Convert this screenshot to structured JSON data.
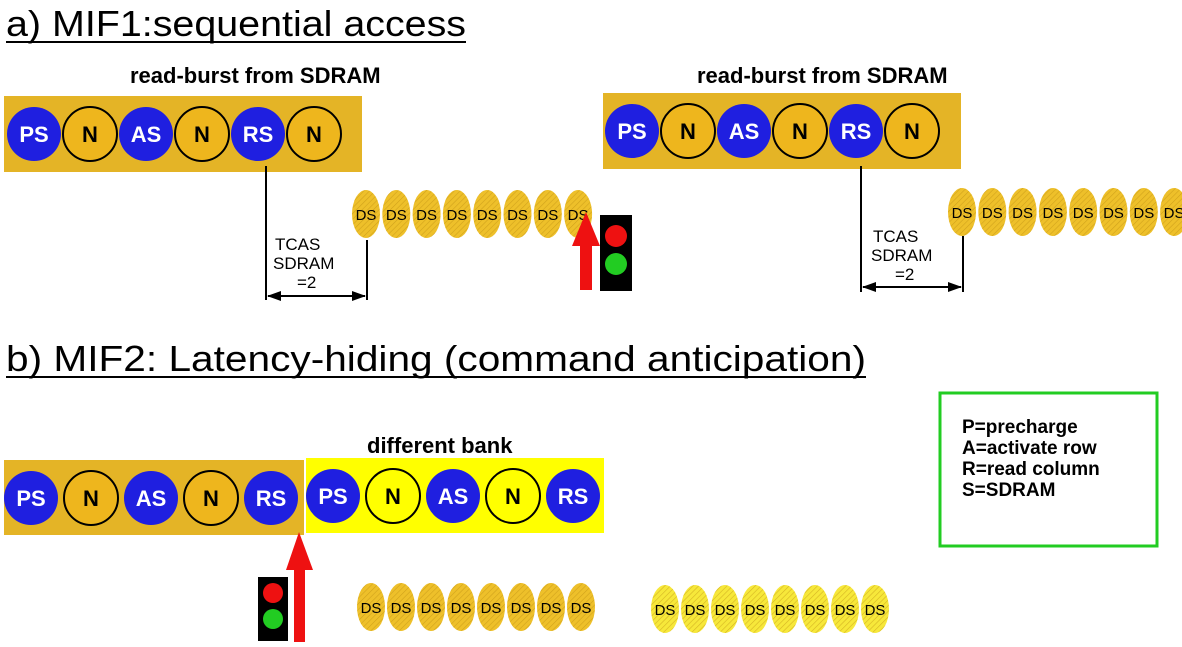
{
  "section_a": {
    "title": "a) MIF1:sequential access",
    "burst_label": "read-burst from SDRAM",
    "commands": [
      "PS",
      "N",
      "AS",
      "N",
      "RS",
      "N"
    ],
    "data_token": "DS",
    "data_count": 8,
    "tcas_lines": [
      "TCAS",
      "SDRAM",
      "=2"
    ]
  },
  "section_b": {
    "title": "b) MIF2: Latency-hiding (command anticipation)",
    "bank_label": "different bank",
    "commands_first": [
      "PS",
      "N",
      "AS",
      "N",
      "RS"
    ],
    "commands_second": [
      "PS",
      "N",
      "AS",
      "N",
      "RS"
    ],
    "data_token": "DS",
    "data_count": 8
  },
  "legend": {
    "lines": [
      "P=precharge",
      "A=activate row",
      "R=read column",
      "S=SDRAM"
    ]
  },
  "colors": {
    "strip_gold": "#e4b426",
    "strip_yellow": "#ffff00",
    "blue_circle": "#1f1fe0",
    "n_fill_gold": "#eeb61d",
    "ds_gold": "#eec02a",
    "ds_yellow": "#f7e83a",
    "legend_border": "#22cc22",
    "arrow_red": "#ee1111",
    "light_red": "#ee1111",
    "light_green": "#22cc22"
  }
}
